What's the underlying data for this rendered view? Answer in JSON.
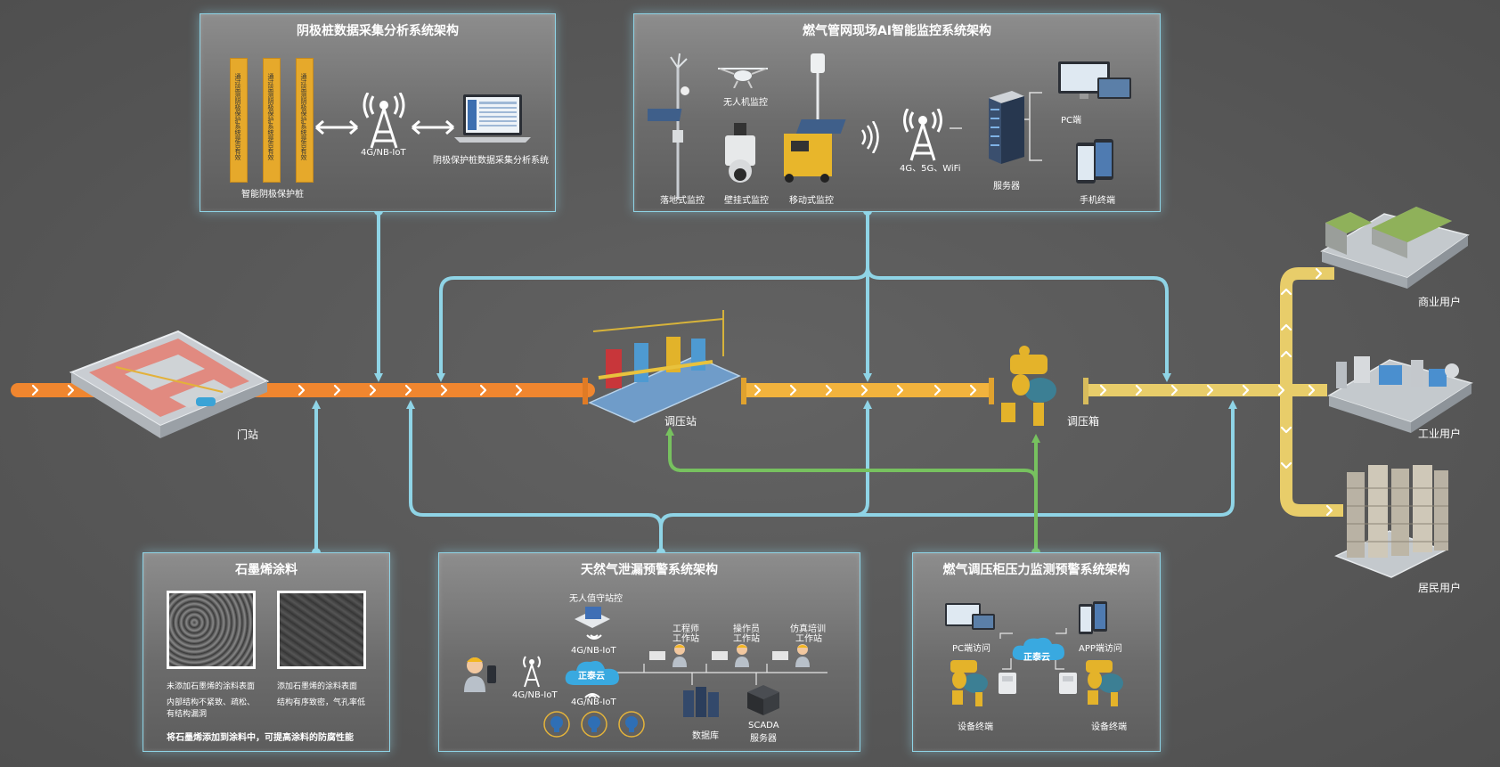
{
  "colors": {
    "pipe_orange": "#f0862f",
    "pipe_light_orange": "#f2b33d",
    "pipe_yellow": "#e8cd6a",
    "connector_cyan": "#8fd4e6",
    "connector_green": "#77c15f",
    "panel_border": "#8fd4e6"
  },
  "stations": {
    "gate": "门站",
    "regulator_station": "调压站",
    "regulator_box": "调压箱",
    "commercial": "商业用户",
    "industrial": "工业用户",
    "residential": "居民用户"
  },
  "cathodic": {
    "title": "阴极桩数据采集分析系统架构",
    "pile_label": "智能阴极保护桩",
    "network": "4G/NB-IoT",
    "system": "阴极保护桩数据采集分析系统",
    "pile_text": "通过监测阴极保护系统是否有效"
  },
  "ai_monitor": {
    "title": "燃气管网现场AI智能监控系统架构",
    "drone": "无人机监控",
    "ground": "落地式监控",
    "wall": "壁挂式监控",
    "mobile": "移动式监控",
    "network": "4G、5G、WiFi",
    "server": "服务器",
    "pc": "PC端",
    "phone": "手机终端"
  },
  "graphene": {
    "title": "石墨烯涂料",
    "left_caption": "未添加石墨烯的涂料表面",
    "left_desc": "内部结构不紧致、疏松、有结构漏洞",
    "right_caption": "添加石墨烯的涂料表面",
    "right_desc": "结构有序致密，气孔率低",
    "conclusion": "将石墨烯添加到涂料中，可提高涂料的防腐性能"
  },
  "leak": {
    "title": "天然气泄漏预警系统架构",
    "unmanned": "无人值守站控",
    "network_top": "4G/NB-IoT",
    "network_left": "4G/NB-IoT",
    "network_bottom": "4G/NB-IoT",
    "cloud": "正泰云",
    "engineer_1": "工程师",
    "engineer_2": "工作站",
    "operator_1": "操作员",
    "operator_2": "工作站",
    "sim_1": "仿真培训",
    "sim_2": "工作站",
    "database": "数据库",
    "scada_1": "SCADA",
    "scada_2": "服务器"
  },
  "pressure": {
    "title": "燃气调压柜压力监测预警系统架构",
    "pc": "PC端访问",
    "app": "APP端访问",
    "cloud": "正泰云",
    "device_left": "设备终端",
    "device_right": "设备终端"
  }
}
